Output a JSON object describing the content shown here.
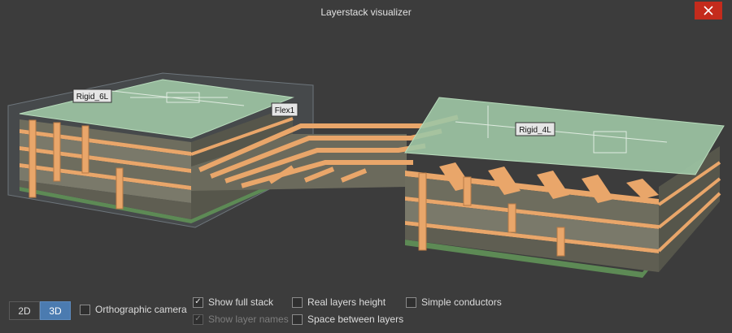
{
  "window": {
    "title": "Layerstack visualizer",
    "close_icon": "close-icon"
  },
  "stacks": {
    "rigid_left": "Rigid_6L",
    "flex": "Flex1",
    "rigid_right": "Rigid_4L"
  },
  "colors": {
    "background": "#3c3c3c",
    "dielectric": "#8a8a76",
    "copper": "#e9a66a",
    "soldermask": "#8fbc96",
    "active_toggle": "#4b7bb0",
    "close_button": "#c42b1c"
  },
  "view_mode": {
    "options": [
      "2D",
      "3D"
    ],
    "selected": "3D"
  },
  "options": {
    "orthographic_camera": {
      "label": "Orthographic camera",
      "checked": false,
      "enabled": true
    },
    "show_full_stack": {
      "label": "Show full stack",
      "checked": true,
      "enabled": true
    },
    "show_layer_names": {
      "label": "Show layer names",
      "checked": true,
      "enabled": false
    },
    "real_layers_height": {
      "label": "Real layers height",
      "checked": false,
      "enabled": true
    },
    "space_between_layers": {
      "label": "Space between layers",
      "checked": false,
      "enabled": true
    },
    "simple_conductors": {
      "label": "Simple conductors",
      "checked": false,
      "enabled": true
    }
  }
}
